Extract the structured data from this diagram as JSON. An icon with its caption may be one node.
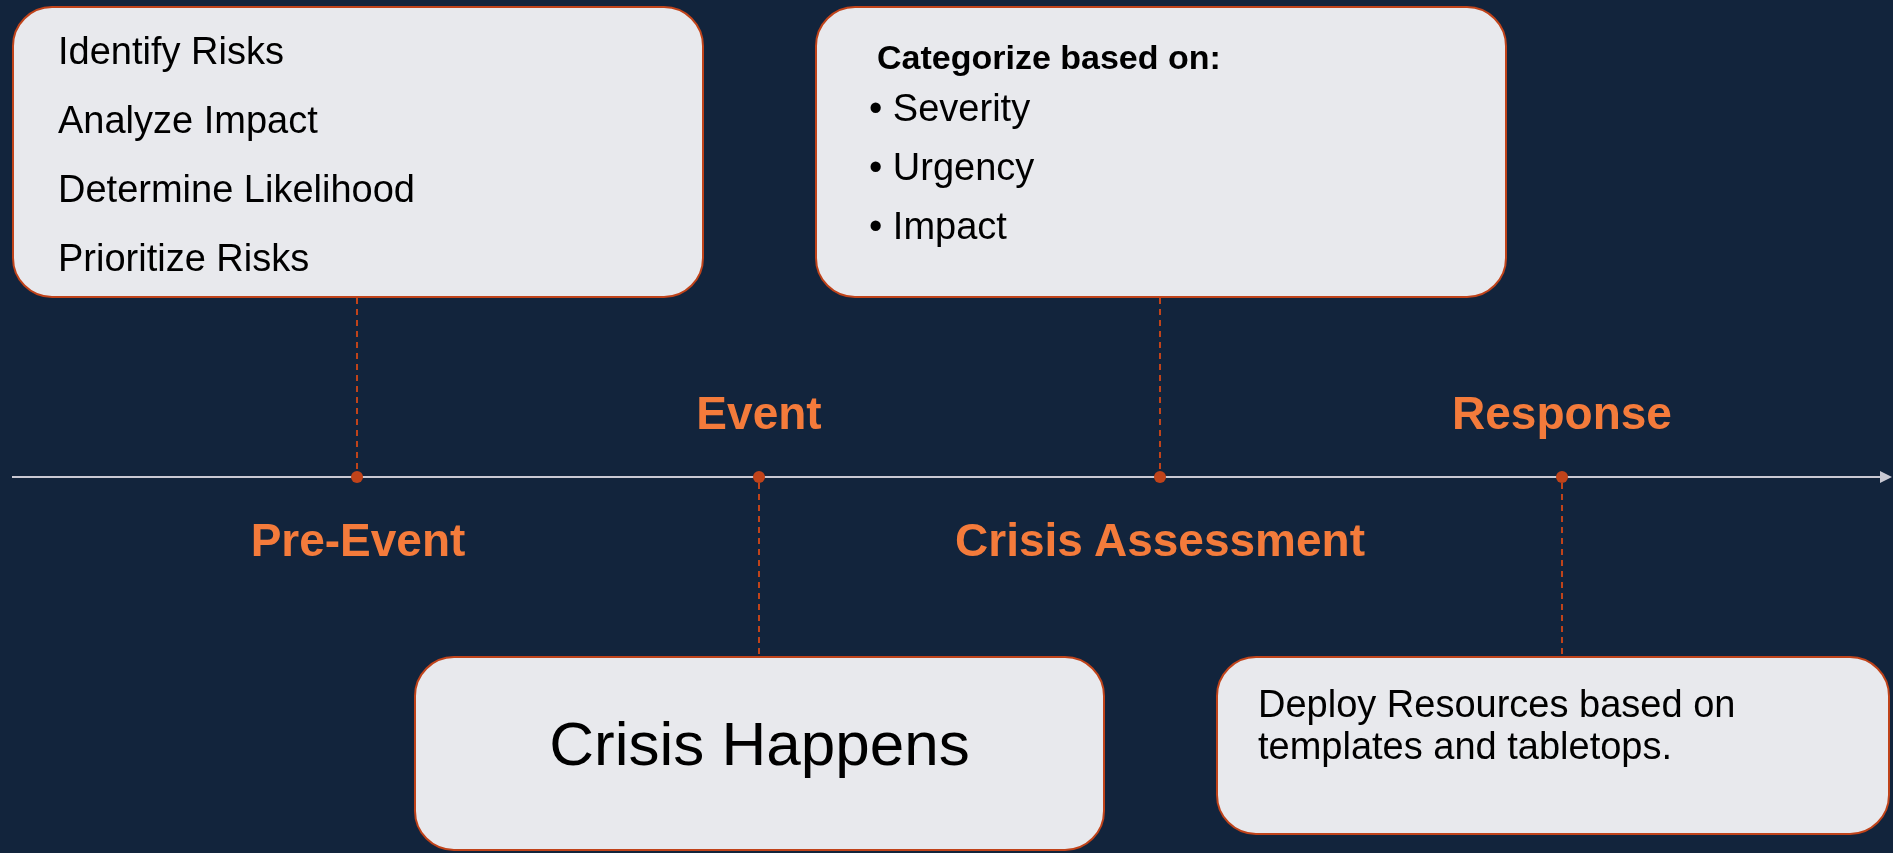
{
  "diagram": {
    "nodes": [
      {
        "text": [
          "Identify Risks",
          "Analyze Impact",
          "Determine Likelihood",
          "Prioritize Risks"
        ]
      },
      {
        "text": [
          "Categorize based on:",
          "• Severity",
          "• Urgency",
          "• Impact"
        ]
      },
      {
        "text": [
          "Crisis Happens"
        ]
      },
      {
        "text": [
          "Deploy Resources based on templates and tabletops."
        ]
      },
      {
        "text": [],
        "shape": "circle"
      },
      {
        "text": [],
        "shape": "circle"
      },
      {
        "text": [],
        "shape": "circle"
      },
      {
        "text": [],
        "shape": "circle"
      }
    ],
    "edges": [
      {
        "from": 0,
        "to": 4,
        "arrow": "none",
        "style": "dashed"
      },
      {
        "from": 5,
        "to": 2,
        "arrow": "none",
        "style": "dashed"
      },
      {
        "from": 1,
        "to": 6,
        "arrow": "none",
        "style": "dashed"
      },
      {
        "from": 7,
        "to": 3,
        "arrow": "none",
        "style": "dashed"
      }
    ],
    "labels": [
      "Event",
      "Response",
      "Pre-Event",
      "Crisis Assessment"
    ]
  }
}
